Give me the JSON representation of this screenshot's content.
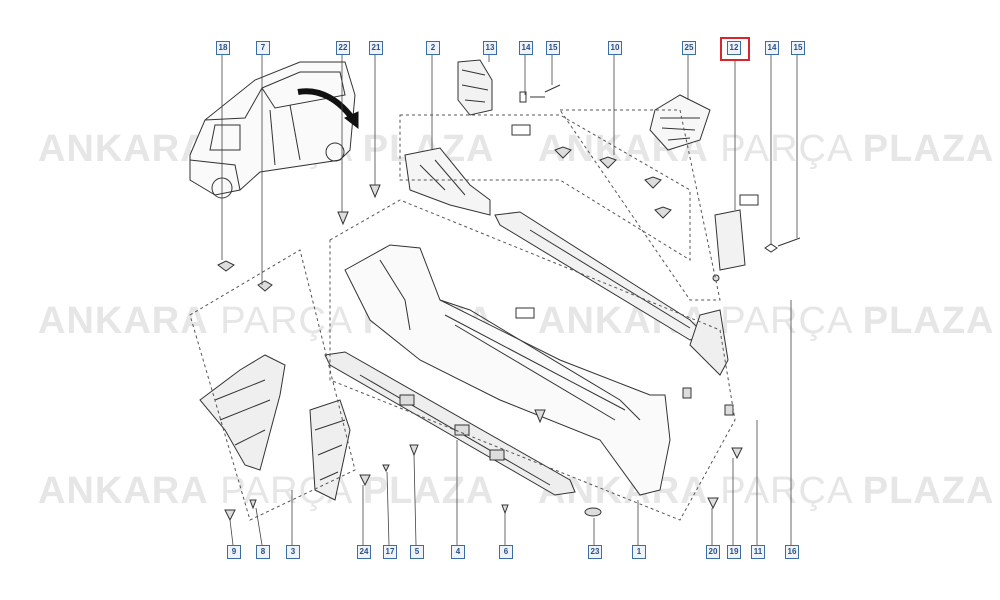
{
  "watermark": {
    "brand_a": "ANKARA",
    "brand_b": "PARÇA",
    "brand_c": "PLAZA"
  },
  "callouts": {
    "top": [
      "18",
      "7",
      "22",
      "21",
      "2",
      "13",
      "14",
      "15",
      "10",
      "25",
      "12",
      "14",
      "15"
    ],
    "bottom": [
      "9",
      "8",
      "3",
      "24",
      "17",
      "5",
      "4",
      "6",
      "23",
      "1",
      "20",
      "19",
      "11",
      "16"
    ]
  },
  "highlighted_callout": "12",
  "colors": {
    "line": "#333333",
    "callout_border": "#3a6ea5",
    "highlight": "#d9262c",
    "watermark": "#e6e6e6"
  }
}
